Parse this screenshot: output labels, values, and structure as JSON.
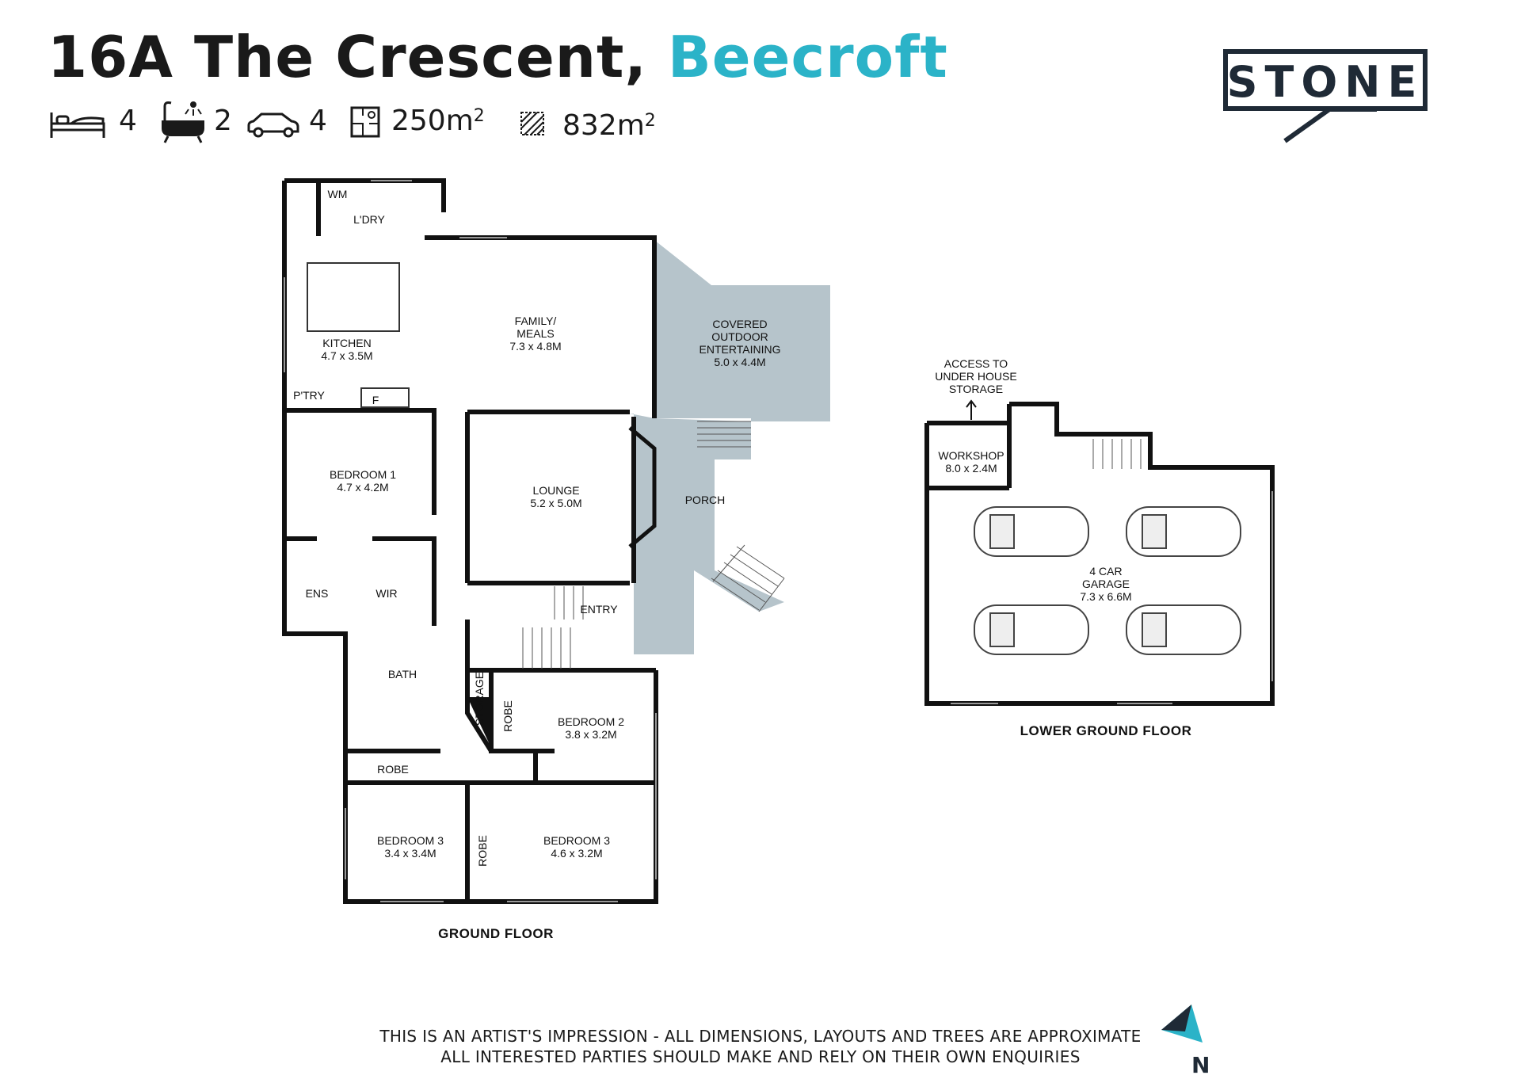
{
  "header": {
    "address": "16A The Crescent,",
    "suburb": "Beecroft",
    "bedrooms": "4",
    "bathrooms": "2",
    "car_spaces": "4",
    "house_area": "250m",
    "land_area": "832m",
    "area_superscript": "2"
  },
  "brand": {
    "logo": "STONE",
    "color": "#1f2a36",
    "accent": "#2bb3c8"
  },
  "ground_floor": {
    "label": "GROUND FLOOR",
    "rooms": {
      "wm": "WM",
      "laundry": "L'DRY",
      "kitchen": "KITCHEN",
      "kitchen_dim": "4.7 x 3.5M",
      "family": "FAMILY/",
      "family2": "MEALS",
      "family_dim": "7.3 x 4.8M",
      "covered": "COVERED",
      "outdoor": "OUTDOOR",
      "entertaining": "ENTERTAINING",
      "covered_dim": "5.0 x 4.4M",
      "pantry": "P'TRY",
      "fridge": "F",
      "bed1": "BEDROOM 1",
      "bed1_dim": "4.7 x 4.2M",
      "lounge": "LOUNGE",
      "lounge_dim": "5.2 x 5.0M",
      "porch": "PORCH",
      "ens": "ENS",
      "wir": "WIR",
      "entry": "ENTRY",
      "bath": "BATH",
      "storage": "STORAGE",
      "robe": "ROBE",
      "bed2": "BEDROOM 2",
      "bed2_dim": "3.8 x 3.2M",
      "robe2": "ROBE",
      "bed3a": "BEDROOM 3",
      "bed3a_dim": "3.4 x 3.4M",
      "robe3": "ROBE",
      "bed3b": "BEDROOM 3",
      "bed3b_dim": "4.6 x 3.2M"
    }
  },
  "lower_floor": {
    "label": "LOWER GROUND FLOOR",
    "access1": "ACCESS TO",
    "access2": "UNDER HOUSE",
    "access3": "STORAGE",
    "workshop": "WORKSHOP",
    "workshop_dim": "8.0 x 2.4M",
    "garage1": "4 CAR",
    "garage2": "GARAGE",
    "garage_dim": "7.3 x 6.6M"
  },
  "footer": {
    "line1": "THIS IS AN ARTIST'S IMPRESSION - ALL DIMENSIONS, LAYOUTS AND TREES ARE APPROXIMATE",
    "line2": "ALL INTERESTED PARTIES SHOULD MAKE AND RELY ON THEIR OWN ENQUIRIES",
    "north": "N"
  },
  "colors": {
    "outdoor_fill": "#b6c4cb",
    "wall": "#111111"
  }
}
